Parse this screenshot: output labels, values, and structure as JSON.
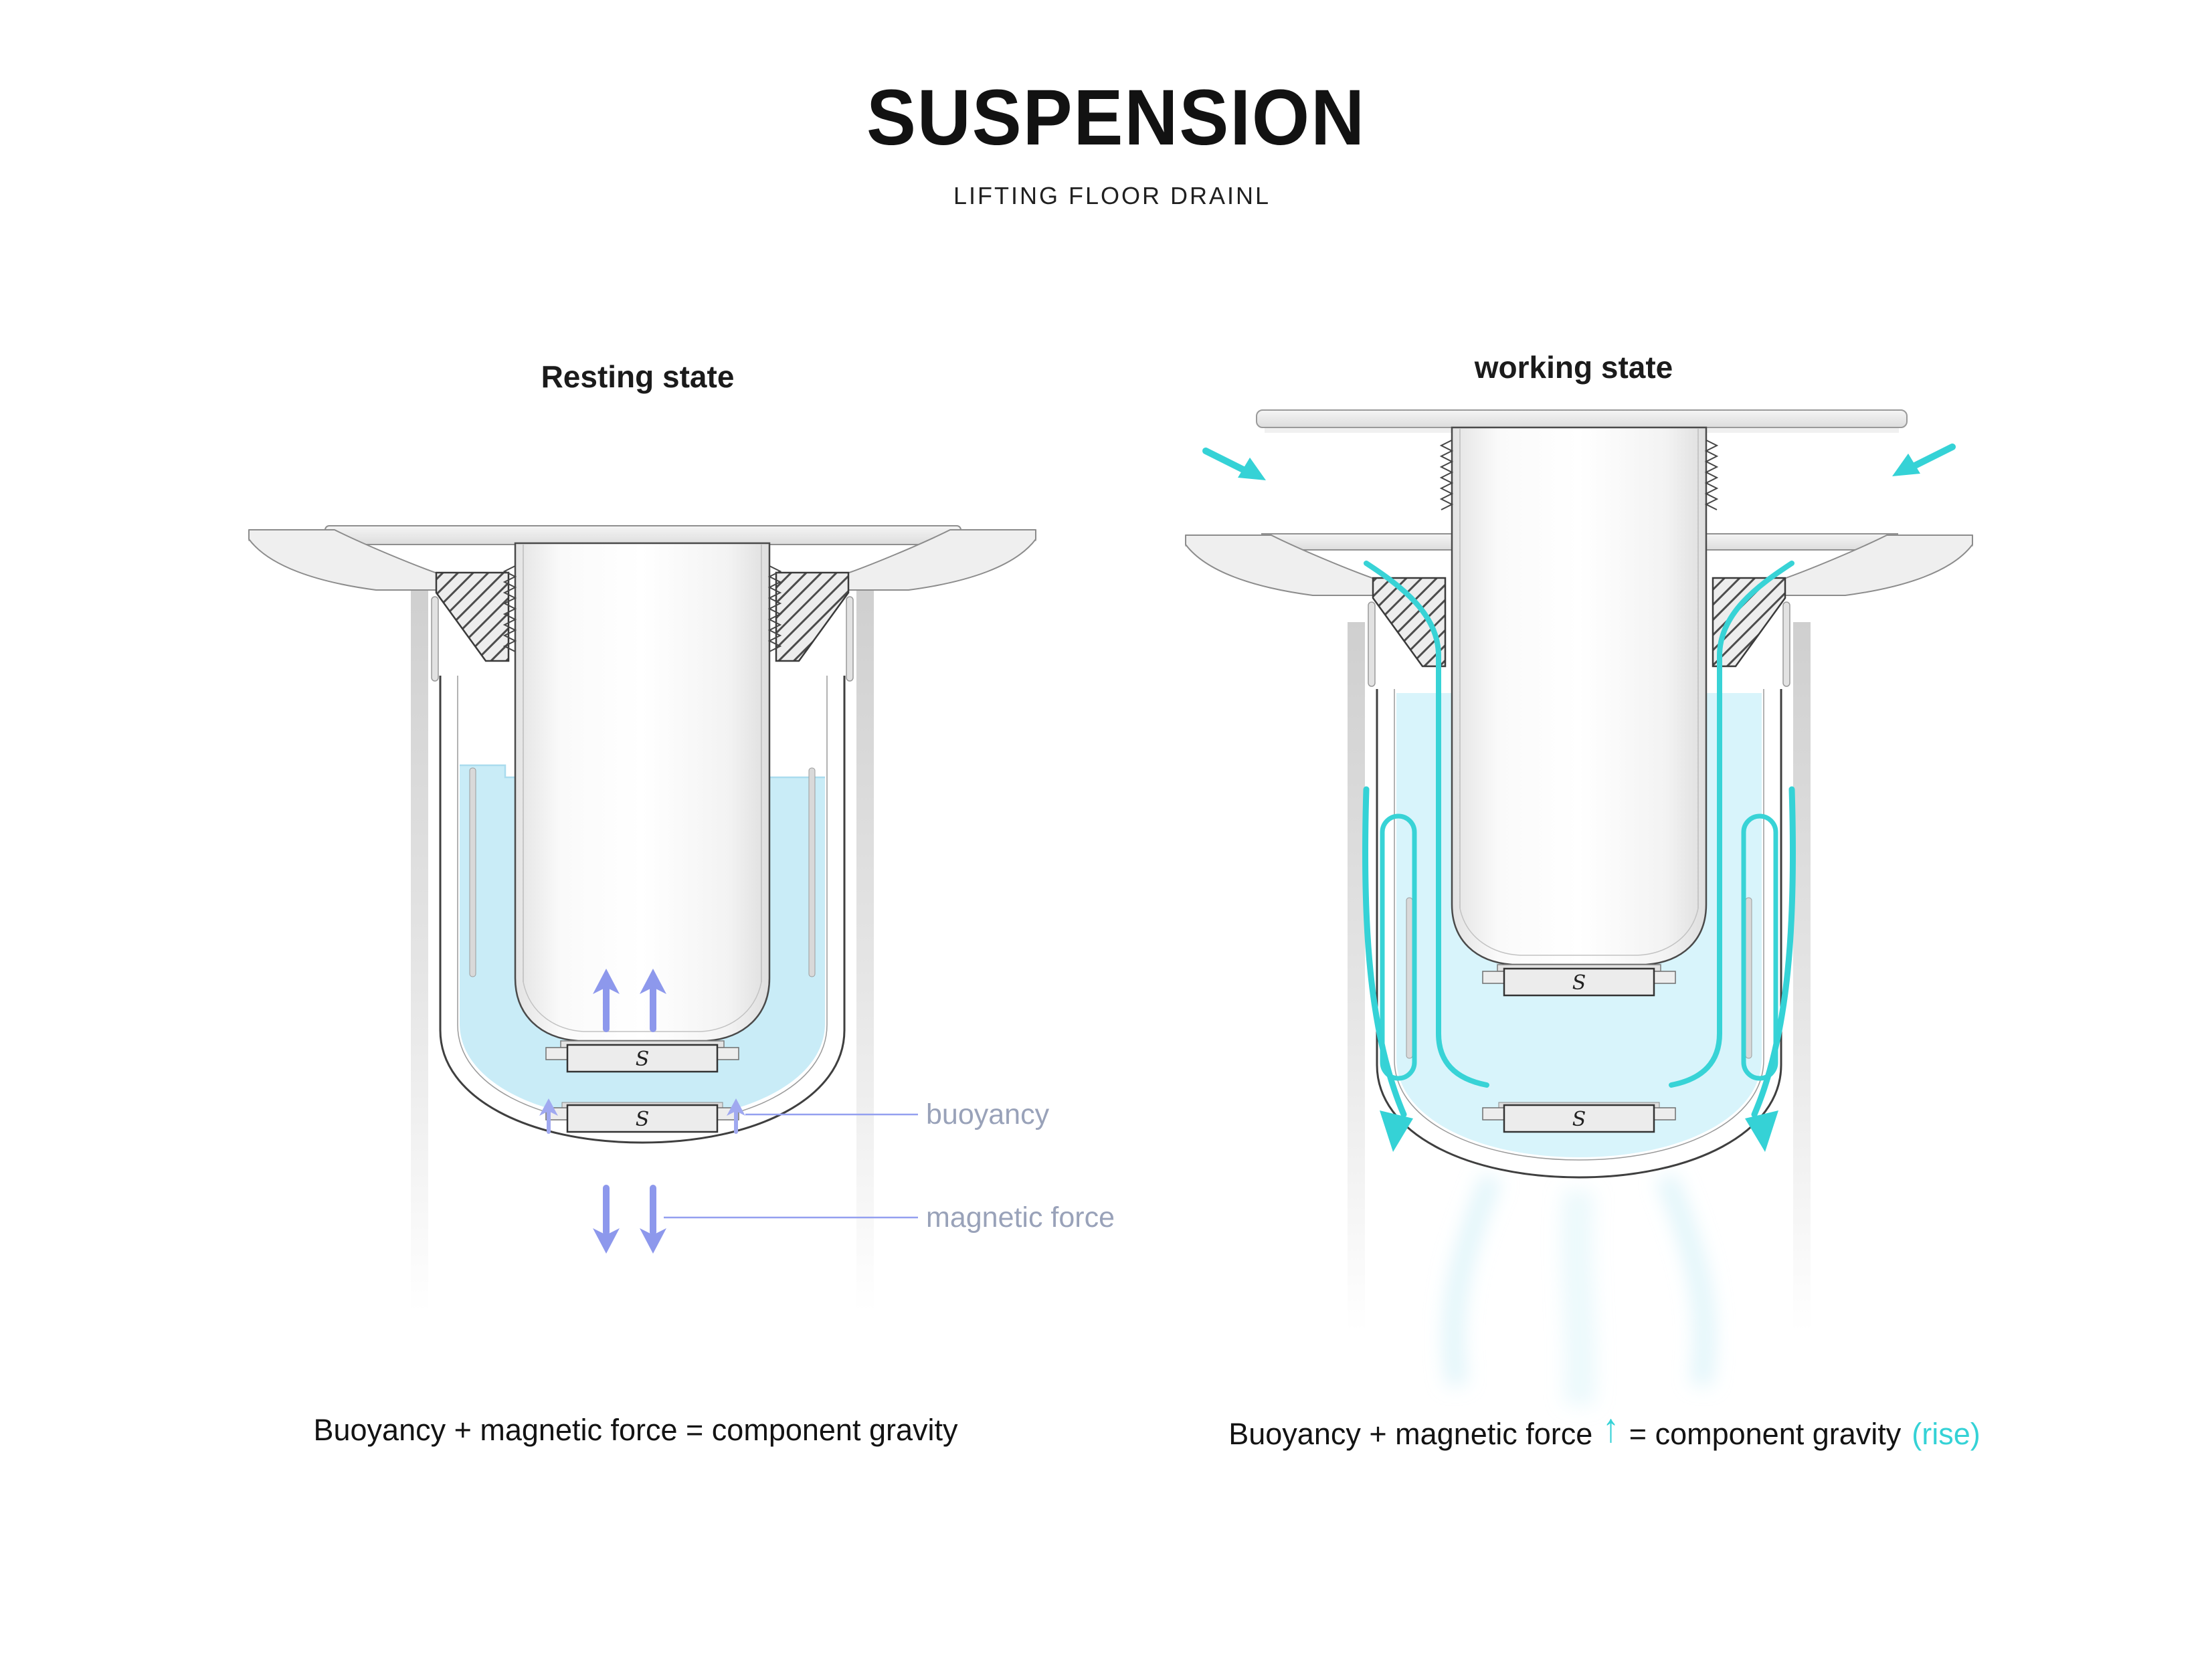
{
  "header": {
    "title": "SUSPENSION",
    "subtitle": "LIFTING FLOOR DRAINL"
  },
  "left_panel": {
    "heading": "Resting state",
    "magnet_top_label": "S",
    "magnet_bottom_label": "S",
    "labels": {
      "buoyancy": "buoyancy",
      "magnetic_force": "magnetic force"
    },
    "caption": "Buoyancy + magnetic force = component gravity"
  },
  "right_panel": {
    "heading": "working state",
    "magnet_top_label": "S",
    "magnet_bottom_label": "S",
    "caption": {
      "prefix": "Buoyancy + magnetic force",
      "arrow": "↑",
      "middle": "= component gravity",
      "highlight": "(rise)"
    }
  },
  "colors": {
    "accent_cyan": "#35d2d6",
    "arrow_purple": "#8d98ec",
    "label_gray": "#99a2b9",
    "leader_line": "#94a0f0",
    "water_resting": "#c9ecf7",
    "water_working": "#d8f4fb",
    "ink": "#111111"
  }
}
